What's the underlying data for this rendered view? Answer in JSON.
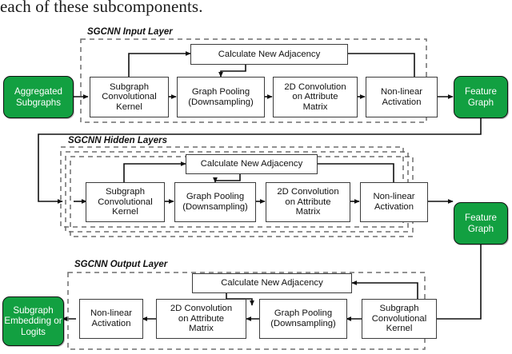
{
  "page": {
    "caption_text": "each of these subcomponents.",
    "accent_green": "#12a041",
    "box_border": "#3c3c3c",
    "group_border_style": "dashed"
  },
  "labels": {
    "calculate_new_adjacency": "Calculate New Adjacency",
    "subgraph_convolutional_kernel": "Subgraph\nConvolutional\nKernel",
    "graph_pooling": "Graph Pooling\n(Downsampling)",
    "conv2d_attribute_matrix": "2D Convolution\non Attribute\nMatrix",
    "nonlinear_activation": "Non-linear\nActivation"
  },
  "groups": [
    {
      "id": "input",
      "title": "SGCNN Input Layer"
    },
    {
      "id": "hidden",
      "title": "SGCNN Hidden Layers"
    },
    {
      "id": "output",
      "title": "SGCNN Output Layer"
    }
  ],
  "terminals": [
    {
      "id": "aggregated-subgraphs",
      "line1": "Aggregated",
      "line2": "Subgraphs",
      "line3": ""
    },
    {
      "id": "feature-graph-1",
      "line1": "Feature",
      "line2": "Graph",
      "line3": ""
    },
    {
      "id": "feature-graph-2",
      "line1": "Feature",
      "line2": "Graph",
      "line3": ""
    },
    {
      "id": "subgraph-embedding",
      "line1": "Subgraph",
      "line2": "Embedding",
      "line3": "or Logits"
    }
  ],
  "input_layer": {
    "title": "SGCNN Input Layer",
    "adjacency": "Calculate New Adjacency",
    "blocks": [
      {
        "l1": "Subgraph",
        "l2": "Convolutional",
        "l3": "Kernel"
      },
      {
        "l1": "Graph Pooling",
        "l2": "(Downsampling)",
        "l3": ""
      },
      {
        "l1": "2D Convolution",
        "l2": "on Attribute",
        "l3": "Matrix"
      },
      {
        "l1": "Non-linear",
        "l2": "Activation",
        "l3": ""
      }
    ]
  },
  "hidden_layer": {
    "title": "SGCNN Hidden Layers",
    "adjacency": "Calculate New Adjacency",
    "blocks": [
      {
        "l1": "Subgraph",
        "l2": "Convolutional",
        "l3": "Kernel"
      },
      {
        "l1": "Graph Pooling",
        "l2": "(Downsampling)",
        "l3": ""
      },
      {
        "l1": "2D Convolution",
        "l2": "on Attribute",
        "l3": "Matrix"
      },
      {
        "l1": "Non-linear",
        "l2": "Activation",
        "l3": ""
      }
    ]
  },
  "output_layer": {
    "title": "SGCNN Output Layer",
    "adjacency": "Calculate New Adjacency",
    "blocks": [
      {
        "l1": "Non-linear",
        "l2": "Activation",
        "l3": ""
      },
      {
        "l1": "2D Convolution",
        "l2": "on Attribute",
        "l3": "Matrix"
      },
      {
        "l1": "Graph Pooling",
        "l2": "(Downsampling)",
        "l3": ""
      },
      {
        "l1": "Subgraph",
        "l2": "Convolutional",
        "l3": "Kernel"
      }
    ]
  }
}
